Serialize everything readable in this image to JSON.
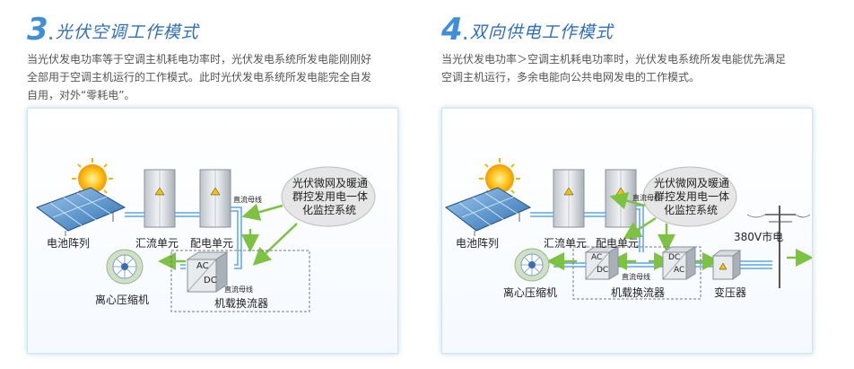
{
  "left": {
    "number": "3",
    "title": "光伏空调工作模式",
    "desc": [
      "当光伏发电功率等于空调主机耗电功率时，光伏发电系统所发电能刚刚好",
      "全部用于空调主机运行的工作模式。此时光伏发电系统所发电能完全自发",
      "自用，对外“零耗电”。"
    ],
    "labels": {
      "pv_array": "电池阵列",
      "combiner": "汇流单元",
      "distribution": "配电单元",
      "dc_bus_top": "直流母线",
      "dc_bus_bottom": "直流母线",
      "compressor": "离心压缩机",
      "inverter": "机载换流器",
      "ac": "AC",
      "dc": "DC",
      "monitor": [
        "光伏微网及暖通",
        "群控发用电一体",
        "化监控系统"
      ]
    }
  },
  "right": {
    "number": "4",
    "title": "双向供电工作模式",
    "desc": [
      "当光伏发电功率＞空调主机耗电功率时，光伏发电系统所发电能优先满足",
      "空调主机运行，多余电能向公共电网发电的工作模式。"
    ],
    "labels": {
      "pv_array": "电池阵列",
      "combiner": "汇流单元",
      "distribution": "配电单元",
      "dc_bus_top": "直流母线",
      "dc_bus_bottom": "直流母线",
      "grid": "380V市电",
      "compressor": "离心压缩机",
      "inverter": "机载换流器",
      "transformer": "变压器",
      "ac1": "AC",
      "dc1": "DC",
      "dc2": "DC",
      "ac2": "AC",
      "monitor": [
        "光伏微网及暖通",
        "群控发用电一体",
        "化监控系统"
      ]
    }
  },
  "colors": {
    "accent": "#3f8fd8",
    "arrow": "#7dc241",
    "line": "#5aa7e0"
  }
}
